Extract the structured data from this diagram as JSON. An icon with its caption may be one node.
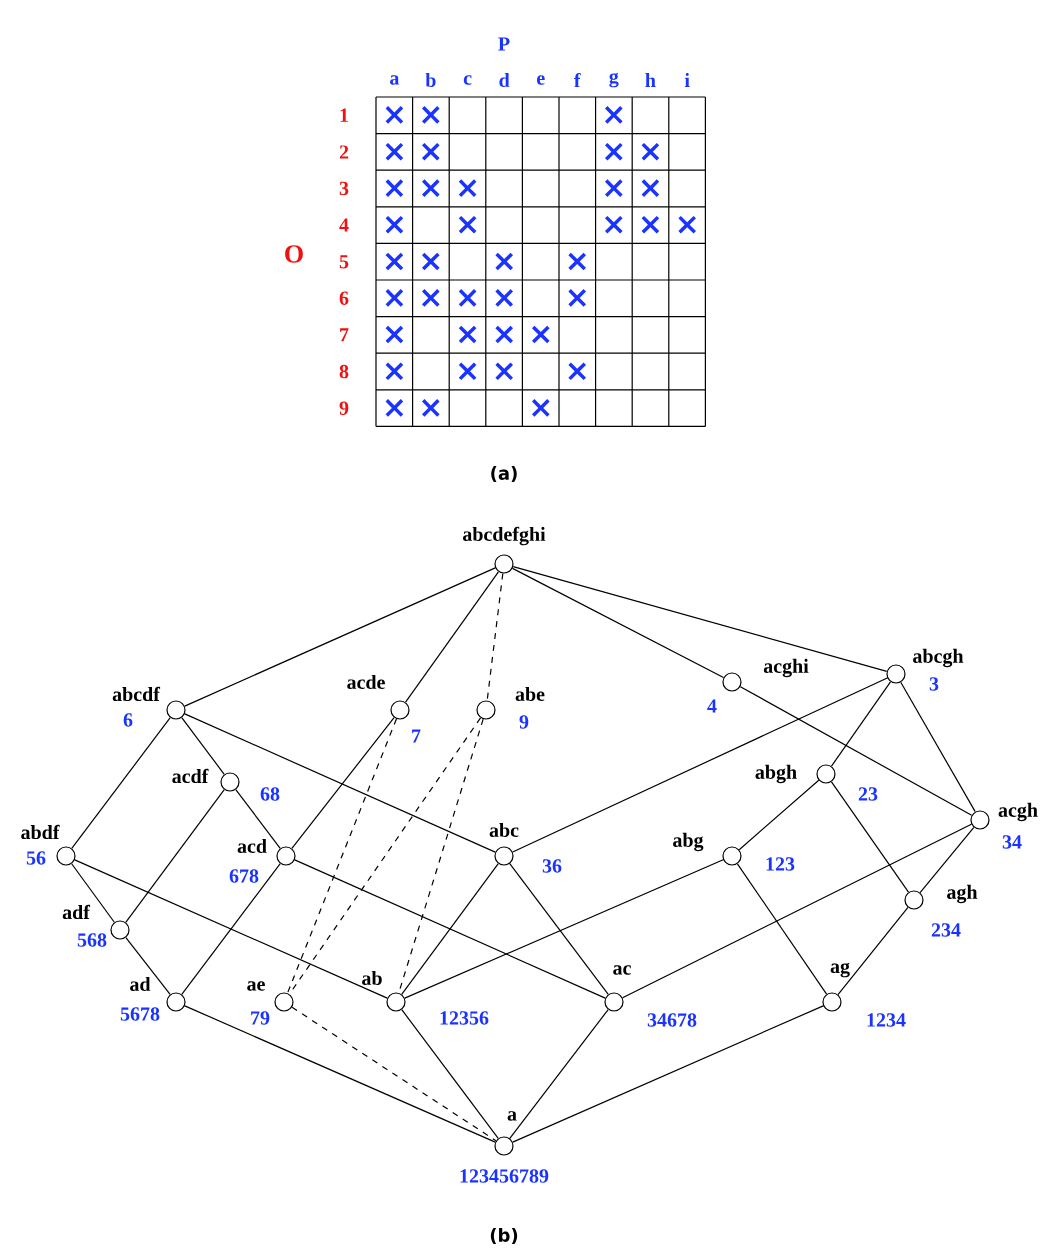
{
  "diagram": {
    "nodes": [
      {
        "text": [
          "abcdefghi"
        ]
      },
      {
        "text": [
          "abcdf",
          "6"
        ]
      },
      {
        "text": [
          "acde",
          "7"
        ]
      },
      {
        "text": [
          "abe",
          "9"
        ]
      },
      {
        "text": [
          "acghi",
          "4"
        ]
      },
      {
        "text": [
          "abcgh",
          "3"
        ]
      },
      {
        "text": [
          "acdf",
          "68"
        ]
      },
      {
        "text": [
          "abdf",
          "56"
        ]
      },
      {
        "text": [
          "acd",
          "678"
        ]
      },
      {
        "text": [
          "abc",
          "36"
        ]
      },
      {
        "text": [
          "abgh",
          "23"
        ]
      },
      {
        "text": [
          "abg",
          "123"
        ]
      },
      {
        "text": [
          "acgh",
          "34"
        ]
      },
      {
        "text": [
          "adf",
          "568"
        ]
      },
      {
        "text": [
          "agh",
          "234"
        ]
      },
      {
        "text": [
          "ad",
          "5678"
        ]
      },
      {
        "text": [
          "ae",
          "79"
        ]
      },
      {
        "text": [
          "ab",
          "12356"
        ]
      },
      {
        "text": [
          "ac",
          "34678"
        ]
      },
      {
        "text": [
          "ag",
          "1234"
        ]
      },
      {
        "text": [
          "a",
          "123456789"
        ]
      }
    ],
    "edges": [
      {
        "from": 0,
        "to": 1,
        "arrow": "none"
      },
      {
        "from": 0,
        "to": 2,
        "arrow": "none"
      },
      {
        "from": 0,
        "to": 3,
        "arrow": "none",
        "style": "dashed"
      },
      {
        "from": 0,
        "to": 4,
        "arrow": "none"
      },
      {
        "from": 0,
        "to": 5,
        "arrow": "none"
      },
      {
        "from": 1,
        "to": 7,
        "arrow": "none"
      },
      {
        "from": 1,
        "to": 6,
        "arrow": "none"
      },
      {
        "from": 1,
        "to": 9,
        "arrow": "none"
      },
      {
        "from": 2,
        "to": 8,
        "arrow": "none"
      },
      {
        "from": 2,
        "to": 16,
        "arrow": "none",
        "style": "dashed"
      },
      {
        "from": 3,
        "to": 16,
        "arrow": "none",
        "style": "dashed"
      },
      {
        "from": 3,
        "to": 17,
        "arrow": "none",
        "style": "dashed"
      },
      {
        "from": 4,
        "to": 12,
        "arrow": "none"
      },
      {
        "from": 5,
        "to": 9,
        "arrow": "none"
      },
      {
        "from": 5,
        "to": 10,
        "arrow": "none"
      },
      {
        "from": 5,
        "to": 12,
        "arrow": "none"
      },
      {
        "from": 6,
        "to": 13,
        "arrow": "none"
      },
      {
        "from": 6,
        "to": 8,
        "arrow": "none"
      },
      {
        "from": 7,
        "to": 13,
        "arrow": "none"
      },
      {
        "from": 7,
        "to": 17,
        "arrow": "none"
      },
      {
        "from": 8,
        "to": 15,
        "arrow": "none"
      },
      {
        "from": 8,
        "to": 18,
        "arrow": "none"
      },
      {
        "from": 9,
        "to": 17,
        "arrow": "none"
      },
      {
        "from": 9,
        "to": 18,
        "arrow": "none"
      },
      {
        "from": 10,
        "to": 11,
        "arrow": "none"
      },
      {
        "from": 10,
        "to": 14,
        "arrow": "none"
      },
      {
        "from": 11,
        "to": 17,
        "arrow": "none"
      },
      {
        "from": 11,
        "to": 19,
        "arrow": "none"
      },
      {
        "from": 12,
        "to": 18,
        "arrow": "none"
      },
      {
        "from": 12,
        "to": 14,
        "arrow": "none"
      },
      {
        "from": 13,
        "to": 15,
        "arrow": "none"
      },
      {
        "from": 14,
        "to": 19,
        "arrow": "none"
      },
      {
        "from": 15,
        "to": 20,
        "arrow": "none"
      },
      {
        "from": 16,
        "to": 20,
        "arrow": "none",
        "style": "dashed"
      },
      {
        "from": 17,
        "to": 20,
        "arrow": "none"
      },
      {
        "from": 18,
        "to": 20,
        "arrow": "none"
      },
      {
        "from": 19,
        "to": 20,
        "arrow": "none"
      }
    ],
    "labels": [
      "P",
      "a",
      "b",
      "c",
      "d",
      "e",
      "f",
      "g",
      "h",
      "i",
      "1",
      "×",
      "×",
      "×",
      "2",
      "×",
      "×",
      "×",
      "×",
      "3",
      "×",
      "×",
      "×",
      "×",
      "×",
      "4",
      "×",
      "×",
      "×",
      "×",
      "×",
      "O",
      "5",
      "×",
      "×",
      "×",
      "×",
      "6",
      "×",
      "×",
      "×",
      "×",
      "×",
      "7",
      "×",
      "×",
      "×",
      "×",
      "8",
      "×",
      "×",
      "×",
      "×",
      "9",
      "×",
      "×",
      "×",
      "(a)",
      "(b)"
    ]
  }
}
